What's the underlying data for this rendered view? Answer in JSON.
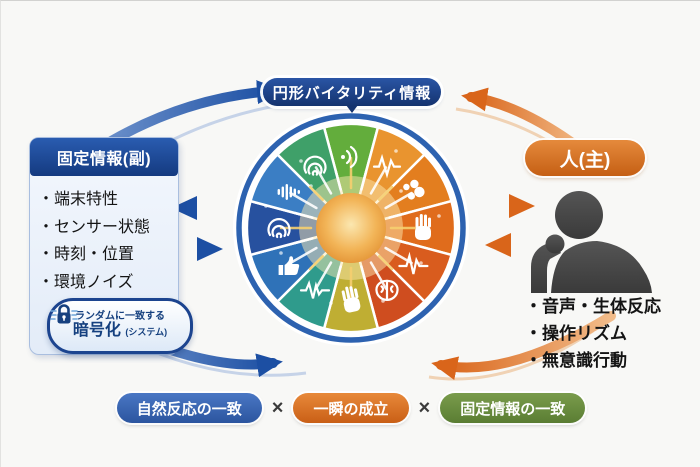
{
  "top_banner": {
    "label": "円形バイタリティ情報",
    "bg": "#14336f",
    "text_color": "#ffffff"
  },
  "left_panel": {
    "title": "固定情報(副)",
    "header_bg": "#1d4a9a",
    "items": [
      "・端末特性",
      "・センサー状態",
      "・時刻・位置",
      "・環境ノイズ"
    ]
  },
  "encryption_badge": {
    "icon": "lock-icon",
    "line1": "ランダムに一致する",
    "line2": "暗号化",
    "line2_suffix": "(システム)",
    "border_color": "#1c448f"
  },
  "right_panel": {
    "title": "人(主)",
    "pill_bg": "#d9701f",
    "items": [
      "・音声・生体反応",
      "・操作リズム",
      "・無意識行動"
    ]
  },
  "bottom_badges": {
    "separator": "×",
    "items": [
      {
        "label": "自然反応の一致",
        "color": "#3a68b8"
      },
      {
        "label": "一瞬の成立",
        "color": "#dd7326"
      },
      {
        "label": "固定情報の一致",
        "color": "#6d9040"
      }
    ]
  },
  "arrows": {
    "blue": "#1d4fa3",
    "orange": "#dd7322"
  },
  "wheel": {
    "ring_color": "#2d62b0",
    "sun_colors": [
      "#fbe7b0",
      "#f2b457",
      "#df8a2b"
    ],
    "segments": [
      {
        "icon": "sound-waves-icon",
        "color": "#63ad3c"
      },
      {
        "icon": "waveform-icon",
        "color": "#e9942f"
      },
      {
        "icon": "breath-icon",
        "color": "#e37e1f"
      },
      {
        "icon": "hand-icon",
        "color": "#e06c1c"
      },
      {
        "icon": "ecg-wave-icon",
        "color": "#d95c1e"
      },
      {
        "icon": "brain-icon",
        "color": "#cf4d1f"
      },
      {
        "icon": "open-hand-icon",
        "color": "#bfae33"
      },
      {
        "icon": "pulse-wave-icon",
        "color": "#2f9b8c"
      },
      {
        "icon": "thumbs-up-icon",
        "color": "#2f72b8"
      },
      {
        "icon": "fingerprint-icon",
        "color": "#27519f"
      },
      {
        "icon": "equalizer-icon",
        "color": "#3b7ec4"
      },
      {
        "icon": "fingerprint-icon",
        "color": "#3fa069"
      }
    ]
  }
}
